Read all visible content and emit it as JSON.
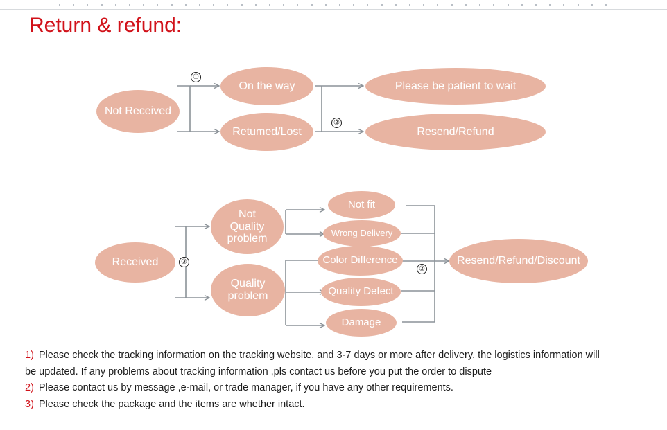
{
  "page": {
    "title": "Return & refund:",
    "title_color": "#d1121a",
    "node_fill": "#e8b4a2",
    "node_text_color": "#ffffff",
    "connector_color": "#808a90"
  },
  "flow_received_not": {
    "source": {
      "label": "Not Received"
    },
    "branches": [
      {
        "badge": "①",
        "label": "On the way"
      },
      {
        "badge": "",
        "label": "Retumed/Lost"
      }
    ],
    "outcomes": [
      {
        "badge": "",
        "label": "Please be patient to wait"
      },
      {
        "badge": "②",
        "label": "Resend/Refund"
      }
    ]
  },
  "flow_received": {
    "source": {
      "label": "Received",
      "badge": "③"
    },
    "branches": [
      {
        "label": "Not\nQuality\nproblem"
      },
      {
        "label": "Quality\nproblem"
      }
    ],
    "reasons": [
      {
        "label": "Not fit"
      },
      {
        "label": "Wrong Delivery"
      },
      {
        "label": "Color Difference"
      },
      {
        "label": "Quality Defect"
      },
      {
        "label": "Damage"
      }
    ],
    "outcome": {
      "badge": "②",
      "label": "Resend/Refund/Discount"
    }
  },
  "notes": [
    {
      "num": "1)",
      "text": "Please check the tracking information on the tracking website, and 3-7 days or more after delivery, the logistics information will",
      "cont": "be updated. If any problems about tracking information ,pls contact us before you put the order to dispute"
    },
    {
      "num": "2)",
      "text": "Please contact us by message ,e-mail, or trade manager, if you have any other requirements.",
      "cont": ""
    },
    {
      "num": "3)",
      "text": "Please check the package and the items are whether intact.",
      "cont": ""
    }
  ]
}
